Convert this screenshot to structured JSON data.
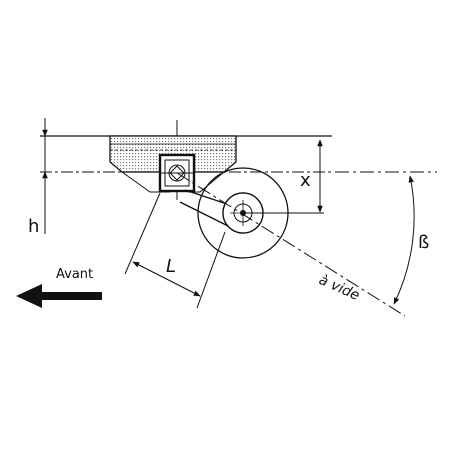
{
  "labels": {
    "h": "h",
    "x": "x",
    "L": "L",
    "beta": "ß",
    "avant": "Avant",
    "a_vide": "à vide"
  },
  "colors": {
    "line": "#111111",
    "hatch": "#666666",
    "background": "#ffffff"
  },
  "icons": {
    "direction_arrow": "arrow-left-icon"
  }
}
